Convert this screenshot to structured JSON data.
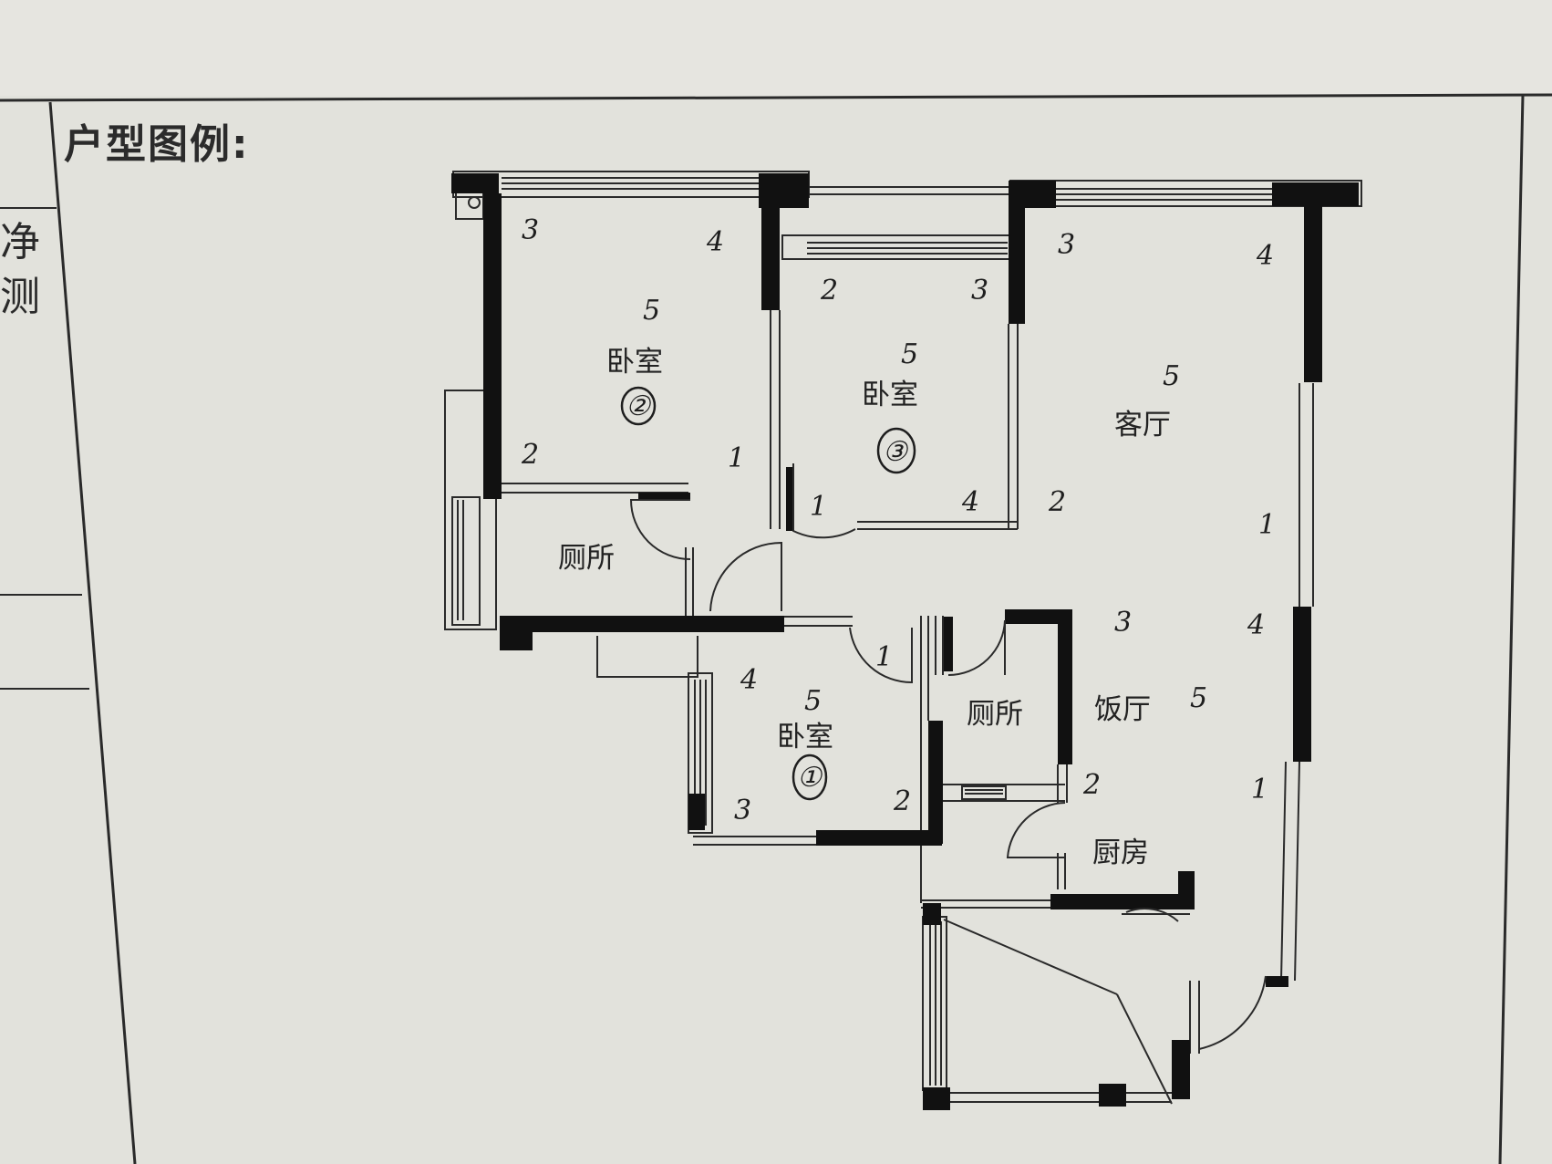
{
  "heading": "户型图例:",
  "side_labels": [
    "净",
    "测"
  ],
  "rooms": {
    "bedroom2": {
      "name": "卧室",
      "mark": "②"
    },
    "bedroom3": {
      "name": "卧室",
      "mark": "③"
    },
    "living": {
      "name": "客厅"
    },
    "toilet_left": {
      "name": "厕所"
    },
    "bedroom1": {
      "name": "卧室",
      "mark": "①"
    },
    "toilet_mid": {
      "name": "厕所"
    },
    "dining": {
      "name": "饭厅"
    },
    "kitchen": {
      "name": "厨房"
    }
  },
  "annotations": [
    {
      "id": "b2-3",
      "text": "3"
    },
    {
      "id": "b2-4",
      "text": "4"
    },
    {
      "id": "b2-5",
      "text": "5"
    },
    {
      "id": "b2-2",
      "text": "2"
    },
    {
      "id": "b2-1",
      "text": "1"
    },
    {
      "id": "b3-2",
      "text": "2"
    },
    {
      "id": "b3-3",
      "text": "3"
    },
    {
      "id": "b3-5",
      "text": "5"
    },
    {
      "id": "b3-1",
      "text": "1"
    },
    {
      "id": "b3-4",
      "text": "4"
    },
    {
      "id": "lr-3",
      "text": "3"
    },
    {
      "id": "lr-4",
      "text": "4"
    },
    {
      "id": "lr-5",
      "text": "5"
    },
    {
      "id": "lr-2",
      "text": "2"
    },
    {
      "id": "lr-1",
      "text": "1"
    },
    {
      "id": "b1-4",
      "text": "4"
    },
    {
      "id": "b1-5",
      "text": "5"
    },
    {
      "id": "b1-3",
      "text": "3"
    },
    {
      "id": "b1-2",
      "text": "2"
    },
    {
      "id": "b1-1",
      "text": "1"
    },
    {
      "id": "dn-3",
      "text": "3"
    },
    {
      "id": "dn-4",
      "text": "4"
    },
    {
      "id": "dn-5",
      "text": "5"
    },
    {
      "id": "dn-2",
      "text": "2"
    },
    {
      "id": "dn-1",
      "text": "1"
    }
  ],
  "colors": {
    "paper": "#e6e5e0",
    "ink": "#111111",
    "line": "#2a2a2a"
  }
}
